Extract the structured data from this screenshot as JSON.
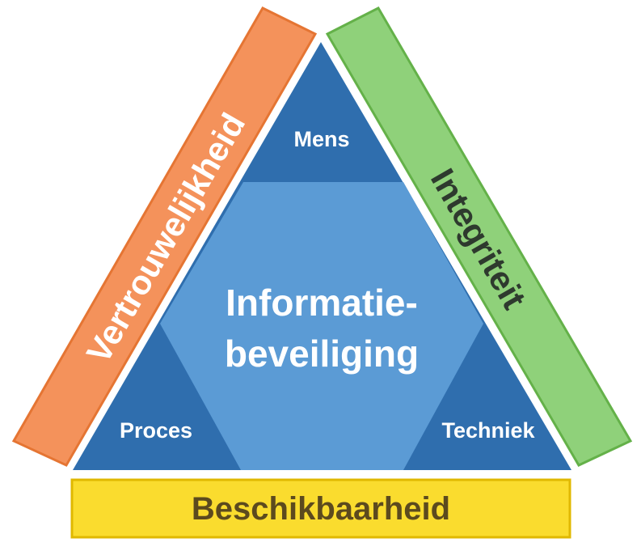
{
  "center": {
    "line1": "Informatie-",
    "line2": "beveiliging"
  },
  "corners": {
    "top": "Mens",
    "bottom_left": "Proces",
    "bottom_right": "Techniek"
  },
  "sides": {
    "left": "Vertrouwelijkheid",
    "right": "Integriteit",
    "bottom": "Beschikbaarheid"
  },
  "colors": {
    "triangle_dark": "#2F6EAE",
    "triangle_light": "#5B9BD5",
    "left_bar_fill": "#F4925B",
    "left_bar_border": "#E57533",
    "right_bar_fill": "#8FD17A",
    "right_bar_border": "#64B149",
    "bottom_bar_fill": "#FADC2E",
    "bottom_bar_border": "#E0B800",
    "bottom_text": "#5C4A1E",
    "label_text": "#FFFFFF"
  }
}
